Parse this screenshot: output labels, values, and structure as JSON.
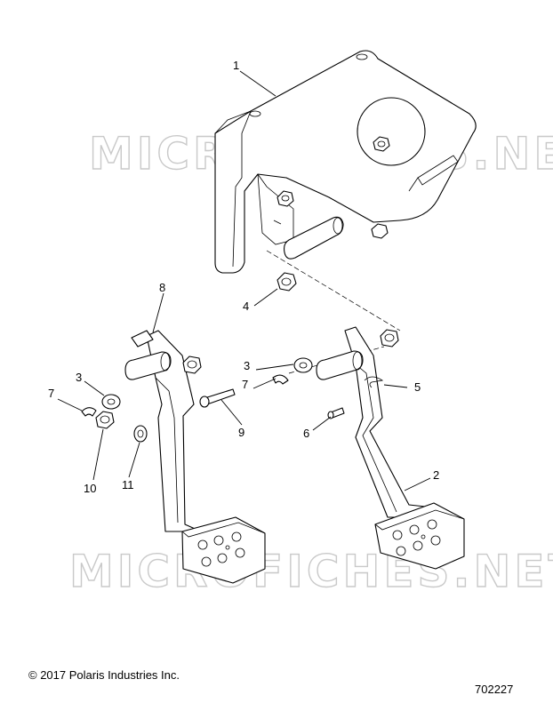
{
  "watermark": "MICROFICHES.NET",
  "callouts": {
    "c1": "1",
    "c2": "2",
    "c3a": "3",
    "c3b": "3",
    "c4": "4",
    "c5": "5",
    "c6": "6",
    "c7a": "7",
    "c7b": "7",
    "c8": "8",
    "c9": "9",
    "c10": "10",
    "c11": "11"
  },
  "footer": {
    "copyright": "© 2017 Polaris Industries Inc.",
    "figure_id": "702227"
  }
}
